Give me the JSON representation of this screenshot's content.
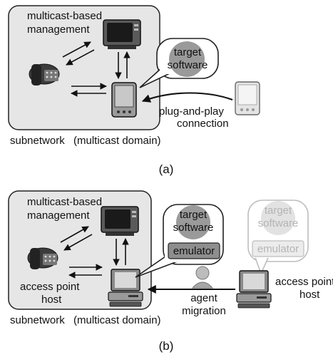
{
  "figure_a": {
    "domain_title_line1": "multicast-based",
    "domain_title_line2": "management",
    "bubble_line1": "target",
    "bubble_line2": "software",
    "plug_label_line1": "plug-and-play",
    "plug_label_line2": "connection",
    "subnet_label": "subnetwork",
    "subnet_sub_label": "(multicast domain)",
    "caption": "(a)"
  },
  "figure_b": {
    "domain_title_line1": "multicast-based",
    "domain_title_line2": "management",
    "bubble_line1": "target",
    "bubble_line2": "software",
    "emulator": "emulator",
    "faded_bubble_line1": "target",
    "faded_bubble_line2": "software",
    "faded_emulator": "emulator",
    "ap_host_left_line1": "access point",
    "ap_host_left_line2": "host",
    "ap_host_right_line1": "access point",
    "ap_host_right_line2": "host",
    "agent_line1": "agent",
    "agent_line2": "migration",
    "subnet_label": "subnetwork",
    "subnet_sub_label": "(multicast domain)",
    "caption": "(b)"
  },
  "icons": [
    "telephone-icon",
    "tv-monitor-icon",
    "pda-device-icon",
    "desktop-computer-icon",
    "agent-person-icon"
  ],
  "colors": {
    "domain_fill": "#e6e6e6",
    "bubble_circle": "#9a9a9a",
    "emulator_fill": "#8e8e8e",
    "faded": "#bdbdbd"
  }
}
